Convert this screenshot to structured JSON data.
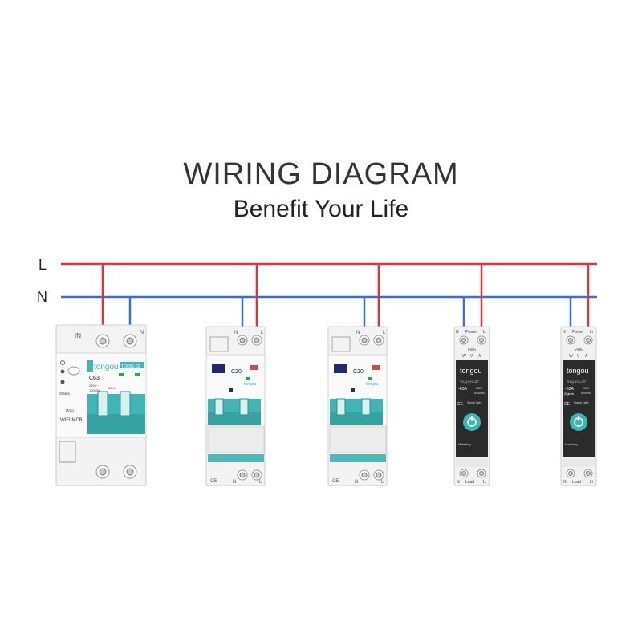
{
  "title": "WIRING DIAGRAM",
  "subtitle": "Benefit Your Life",
  "bus": {
    "live_label": "L",
    "neutral_label": "N",
    "live_color": "#d9363e",
    "neutral_color": "#3a6fd8"
  },
  "devices": {
    "mcb": {
      "brand": "tongou",
      "top_left_label": "IN",
      "top_right_label": "N",
      "model_tag": "TOQ61-63",
      "rating": "C63",
      "spec_line1": "230V~",
      "spec_line2": "10000A",
      "spec_line3": "50Hz",
      "status_label": "Status",
      "wifi_label": "WiFi",
      "name_label": "WIFI MCB"
    },
    "rcbo1": {
      "brand": "tongou",
      "rating": "C20",
      "top_n": "N",
      "top_l": "L",
      "bottom_n": "N",
      "bottom_l": "L",
      "ce": "CE"
    },
    "rcbo2": {
      "brand": "tongou",
      "rating": "C20",
      "top_n": "N",
      "top_l": "L",
      "bottom_n": "N",
      "bottom_l": "L",
      "ce": "CE"
    },
    "meter1": {
      "brand": "tongou",
      "top_n": "N",
      "top_power": "Power",
      "top_li": "Li",
      "kwh": "kWh",
      "w": "W",
      "v": "V",
      "a": "A",
      "model": "TO-Q-SYS-JZT",
      "rating": "~63A",
      "voltage": "~230V",
      "freq": "50/60Hz",
      "signal": "Signal Light",
      "metering": "Metering",
      "bottom_n": "N",
      "bottom_load": "Load",
      "bottom_li": "Li"
    },
    "meter2": {
      "brand": "tongou",
      "top_n": "N",
      "top_power": "Power",
      "top_li": "Li",
      "kwh": "kWh",
      "w": "W",
      "v": "V",
      "a": "A",
      "model": "TO-Q-SYS-JZT",
      "rating": "~63A",
      "sub": "Zigbee",
      "voltage": "~230V",
      "freq": "50/60Hz",
      "signal": "Signal Light",
      "metering": "Metering",
      "bottom_n": "N",
      "bottom_load": "Load",
      "bottom_li": "Li"
    }
  },
  "colors": {
    "teal": "#3fb5b5",
    "device_body": "#f1f1f1",
    "meter_body": "#2b2b2b"
  }
}
